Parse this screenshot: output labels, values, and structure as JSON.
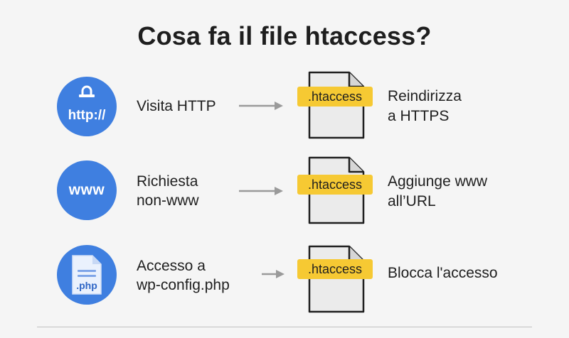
{
  "title": "Cosa  fa il file htaccess?",
  "rows": [
    {
      "icon": "lock-icon",
      "icon_label": "http://",
      "left_lines": [
        "Visita HTTP"
      ],
      "badge": ".htaccess",
      "right_lines": [
        "Reindirizza",
        "a HTTPS"
      ]
    },
    {
      "icon": "none",
      "icon_label": "www",
      "left_lines": [
        "Richiesta",
        "non-www"
      ],
      "badge": ".htaccess",
      "right_lines": [
        "Aggiunge www",
        "all’URL"
      ]
    },
    {
      "icon": "php-file-icon",
      "icon_label": ".php",
      "left_lines": [
        "Accesso a",
        "wp-config.php"
      ],
      "badge": ".htaccess",
      "right_lines": [
        "Blocca l'accesso"
      ]
    }
  ],
  "colors": {
    "circle": "#3f7fe0",
    "badge": "#f6c933",
    "arrow": "#9a9a9a",
    "background": "#f5f5f5"
  }
}
